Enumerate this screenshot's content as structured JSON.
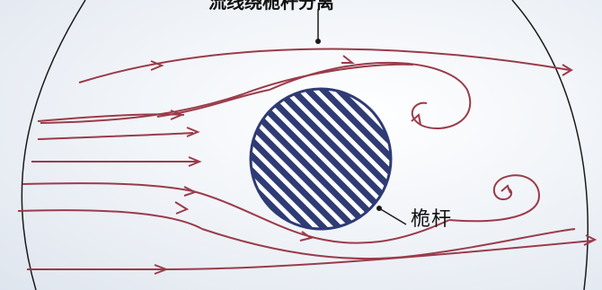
{
  "diagram": {
    "title_partial": "流线绕桅杆分离",
    "mast_label": "桅杆",
    "colors": {
      "streamline": "#9b3b4a",
      "mast_fill": "#2f3b75",
      "background": "#eef2f7",
      "outline": "#1a1a1a"
    },
    "elements": [
      "porthole-outline",
      "streamlines",
      "mast-cross-section",
      "wake-vortices",
      "leader-lines"
    ]
  }
}
